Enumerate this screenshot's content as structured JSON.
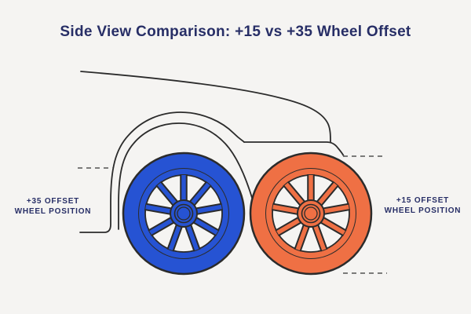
{
  "title": "Side View Comparison: +15 vs +35 Wheel Offset",
  "labels": {
    "left": {
      "line1": "+35 OFFSET",
      "line2": "WHEEL POSITION"
    },
    "right": {
      "line1": "+15 OFFSET",
      "line2": "WHEEL POSITION"
    }
  },
  "wheels": [
    {
      "offset": "+35",
      "color": "#2653d3"
    },
    {
      "offset": "+15",
      "color": "#ef7044"
    }
  ],
  "colors": {
    "background": "#f5f4f2",
    "title_text": "#272e66",
    "label_text": "#272e66",
    "wheel_35": "#2653d3",
    "wheel_15": "#ef7044",
    "outline": "#2b2b2b",
    "dash": "#6a6a6a"
  }
}
